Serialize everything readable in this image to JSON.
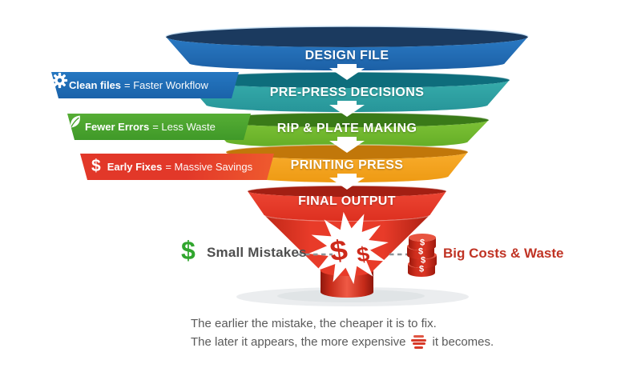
{
  "funnel": {
    "stages": [
      {
        "label": "DESIGN FILE",
        "color": "#2171b9",
        "rim_color": "#1b3a5f"
      },
      {
        "label": "PRE-PRESS DECISIONS",
        "color": "#2ea5a5",
        "rim_color": "#0e6d7c"
      },
      {
        "label": "RIP & PLATE MAKING",
        "color": "#74ba30",
        "rim_color": "#3a7a18"
      },
      {
        "label": "PRINTING PRESS",
        "color": "#f6a326",
        "rim_color": "#c1770a"
      },
      {
        "label": "FINAL OUTPUT",
        "color": "#e63b2b",
        "rim_color": "#a31f13"
      }
    ]
  },
  "tags": [
    {
      "icon": "gear-icon",
      "strong": "Clean files",
      "rest": "= Faster Workflow",
      "color": "#1e6cb4"
    },
    {
      "icon": "leaf-icon",
      "strong": "Fewer Errors",
      "rest": "= Less Waste",
      "color": "#4aa52f"
    },
    {
      "icon": "dollar-icon",
      "symbol": "$",
      "strong": "Early Fixes",
      "rest": "= Massive Savings",
      "color": "#e23829"
    }
  ],
  "bottom": {
    "small": {
      "symbol": "$",
      "label": "Small Mistakes",
      "symbol_color": "#31a62e",
      "label_color": "#4e4e4e"
    },
    "burst": {
      "big": "$",
      "small": "$",
      "star_color": "#ffffff",
      "text_color": "#ce2a1b"
    },
    "big_costs": {
      "label": "Big Costs & Waste",
      "coin_symbol": "$",
      "label_color": "#c03425"
    }
  },
  "caption": {
    "line1": "The earlier the mistake, the cheaper it is to fix.",
    "line2_pre": "The later it appears, the more expensive",
    "line2_post": "it becomes.",
    "text_color": "#5a5a5a"
  }
}
